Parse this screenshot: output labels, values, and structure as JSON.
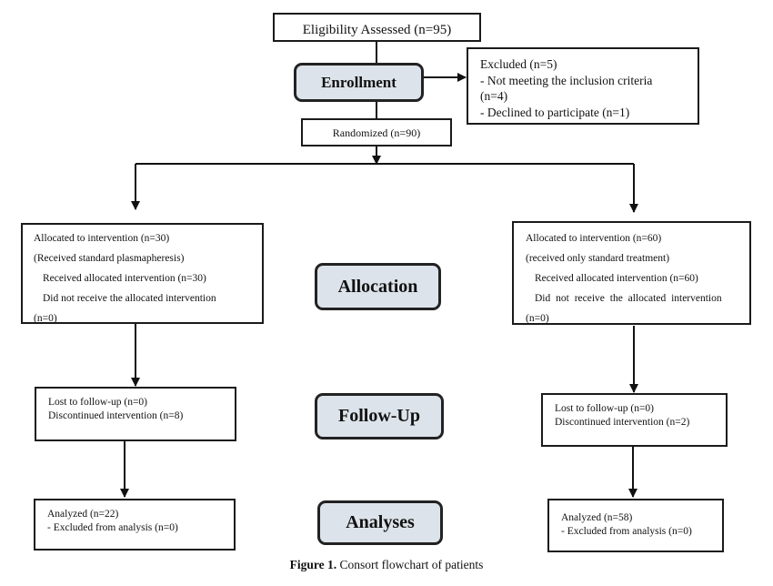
{
  "eligibility": "Eligibility Assessed (n=95)",
  "excluded": {
    "title": "Excluded (n=5)",
    "line1": "- Not meeting the inclusion criteria",
    "line2": "(n=4)",
    "line3": "- Declined to participate (n=1)"
  },
  "randomized": "Randomized (n=90)",
  "stages": {
    "enrollment": "Enrollment",
    "allocation": "Allocation",
    "follow_up": "Follow-Up",
    "analyses": "Analyses"
  },
  "left": {
    "allocation": {
      "line1": "Allocated to intervention (n=30)",
      "line2": "(Received standard plasmapheresis)",
      "line3": "Received allocated intervention (n=30)",
      "line4": "Did not receive the allocated intervention",
      "line5": "(n=0)"
    },
    "follow_up": {
      "line1": "Lost to follow-up (n=0)",
      "line2": "Discontinued intervention (n=8)"
    },
    "analysis": {
      "line1": "Analyzed (n=22)",
      "line2": "- Excluded from analysis (n=0)"
    }
  },
  "right": {
    "allocation": {
      "line1": "Allocated to intervention (n=60)",
      "line2": "(received only standard treatment)",
      "line3": "Received allocated intervention (n=60)",
      "line4": "Did not receive the allocated intervention",
      "line5": "(n=0)"
    },
    "follow_up": {
      "line1": "Lost to follow-up (n=0)",
      "line2": "Discontinued intervention (n=2)"
    },
    "analysis": {
      "line1": "Analyzed (n=58)",
      "line2": "- Excluded from analysis (n=0)"
    }
  },
  "caption": {
    "label": "Figure 1.",
    "text": " Consort flowchart of patients"
  }
}
